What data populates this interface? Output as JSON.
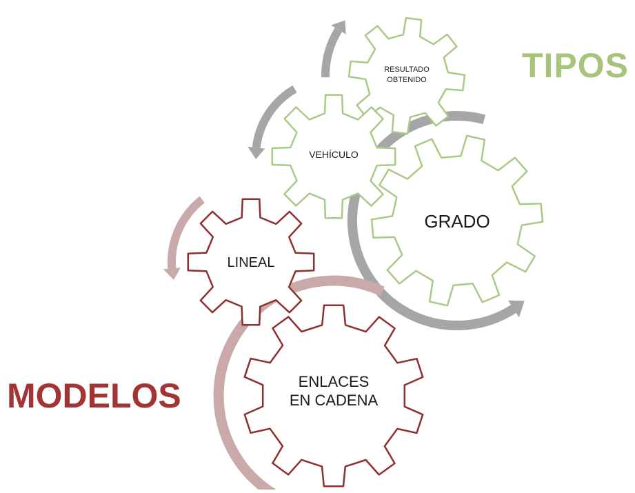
{
  "titles": {
    "tipos": "TIPOS",
    "modelos": "MODELOS"
  },
  "gears": {
    "resultado": {
      "line1": "RESULTADO",
      "line2": "OBTENIDO"
    },
    "vehiculo": {
      "label": "VEHÍCULO"
    },
    "grado": {
      "label": "GRADO"
    },
    "lineal": {
      "label": "LINEAL"
    },
    "enlaces": {
      "line1": "ENLACES",
      "line2": "EN CADENA"
    }
  },
  "colors": {
    "tipos_green": "#a8c47c",
    "modelos_red": "#a33434",
    "gear_green_stroke": "#a9c987",
    "gear_red_stroke": "#8e2f2f",
    "arrow_gray": "#a6a6a6",
    "arrow_pink": "#c9a9a9"
  }
}
